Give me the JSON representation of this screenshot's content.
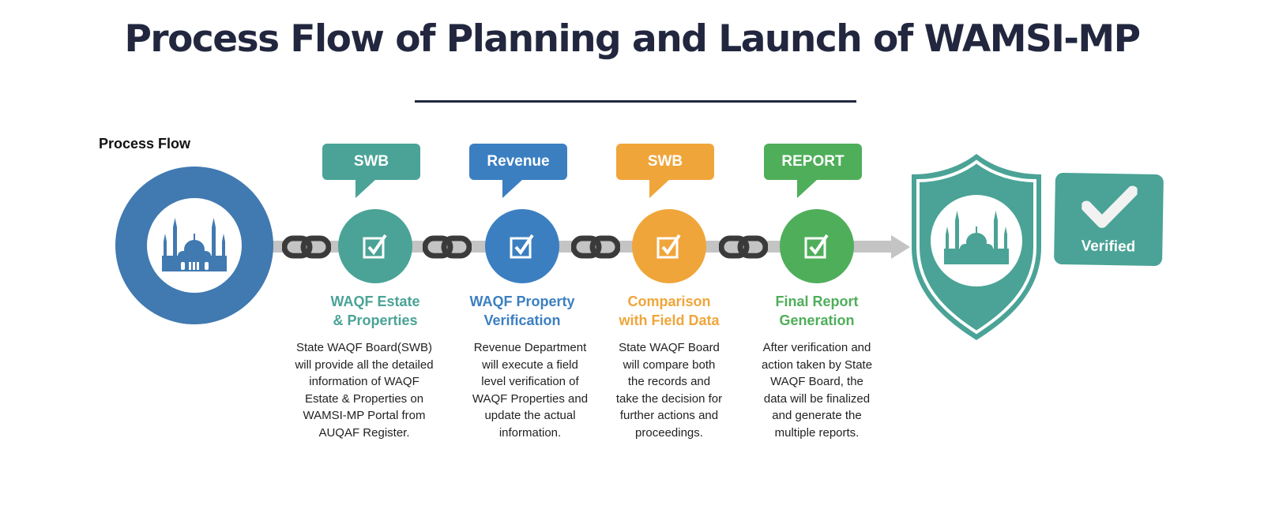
{
  "title": "Process Flow of Planning and Launch of WAMSI-MP",
  "section_label": "Process Flow",
  "colors": {
    "title": "#22273f",
    "start": "#4179b1",
    "teal": "#4aa396",
    "blue": "#3b7fc1",
    "orange": "#f0a53a",
    "green": "#4fae5a"
  },
  "steps": [
    {
      "badge": "SWB",
      "title1": "WAQF Estate",
      "title2": "& Properties",
      "color": "#4aa396",
      "desc": [
        "State WAQF Board(SWB)",
        "will provide all the detailed",
        "information of WAQF",
        "Estate & Properties on",
        "WAMSI-MP Portal from",
        "AUQAF Register."
      ]
    },
    {
      "badge": "Revenue",
      "title1": "WAQF Property",
      "title2": "Verification",
      "color": "#3b7fc1",
      "desc": [
        "Revenue Department",
        "will execute a field",
        "level verification of",
        "WAQF Properties and",
        "update the actual",
        "information."
      ]
    },
    {
      "badge": "SWB",
      "title1": "Comparison",
      "title2": "with Field Data",
      "color": "#f0a53a",
      "desc": [
        "State WAQF Board",
        "will compare both",
        "the records and",
        "take the decision for",
        "further actions and",
        "proceedings."
      ]
    },
    {
      "badge": "REPORT",
      "title1": "Final Report",
      "title2": "Generation",
      "color": "#4fae5a",
      "desc": [
        "After verification and",
        "action taken by State",
        "WAQF Board, the",
        "data will be finalized",
        "and generate the",
        "multiple reports."
      ]
    }
  ],
  "verified_label": "Verified"
}
